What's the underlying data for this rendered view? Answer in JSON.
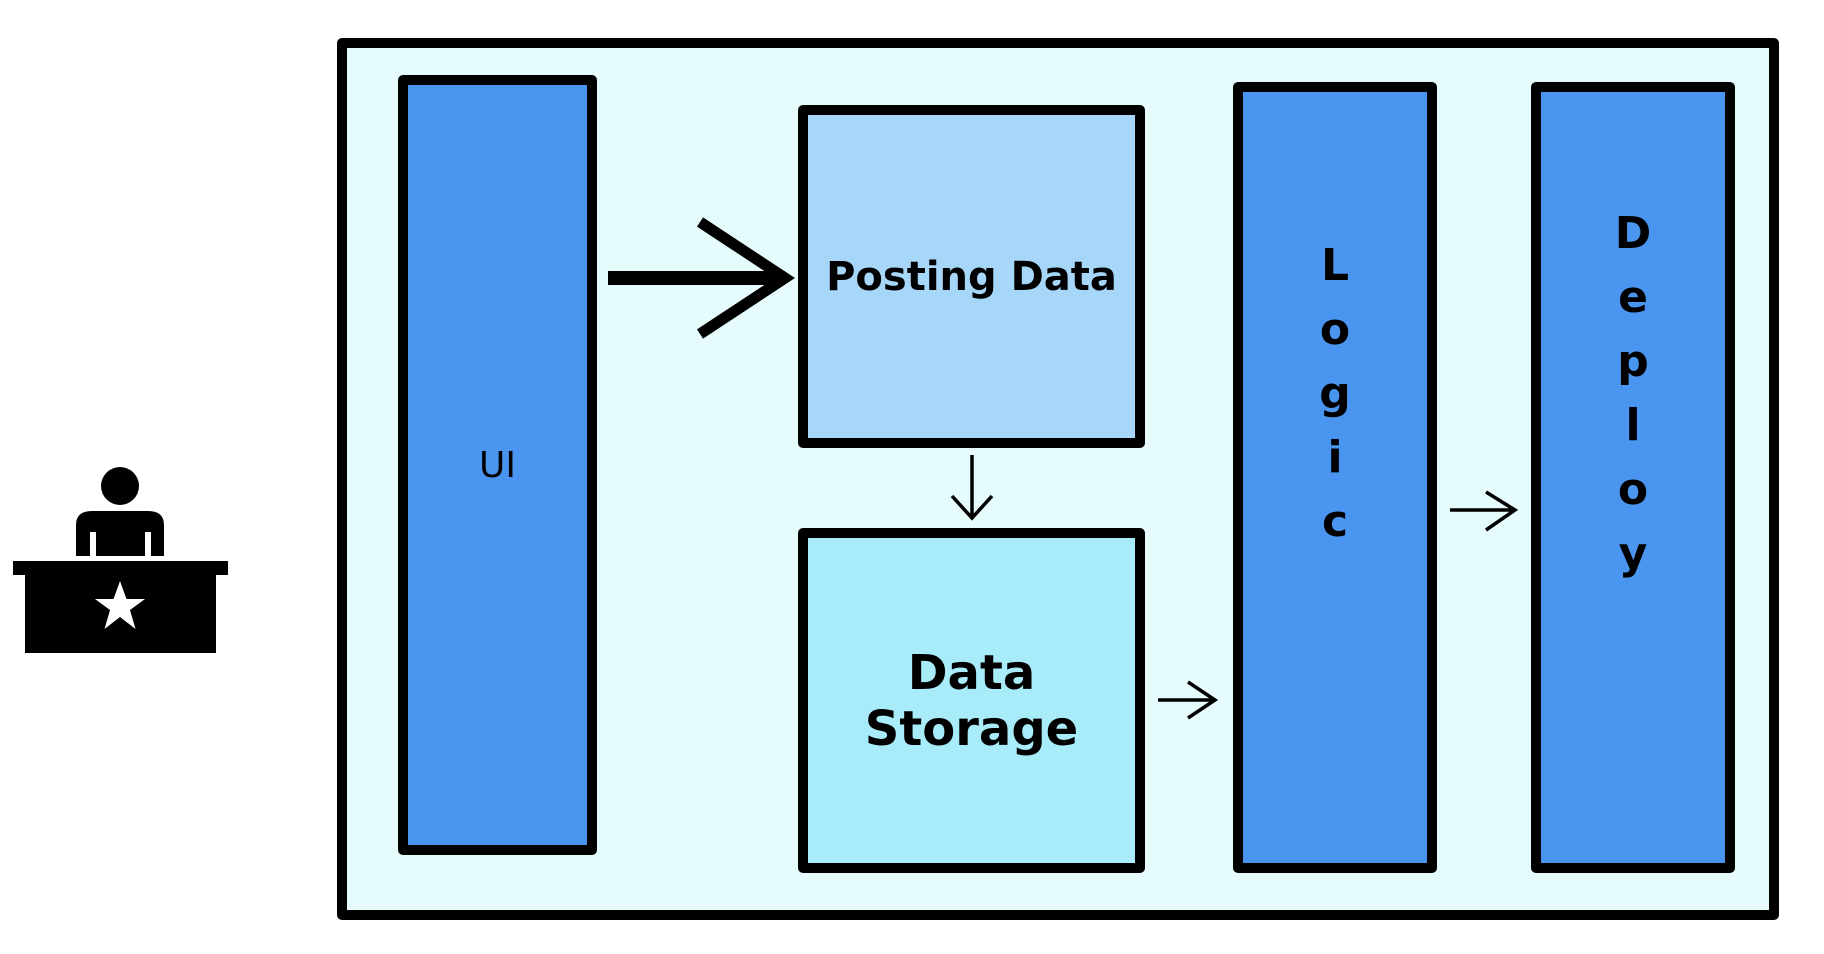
{
  "colors": {
    "frame_fill": "#e6fbfc",
    "ui_fill": "#4a95ef",
    "posting_fill": "#a6d7f9",
    "storage_fill": "#a9ecf9",
    "logic_fill": "#4a95ef",
    "deploy_fill": "#4a95ef",
    "stroke": "#000000"
  },
  "icons": {
    "user": "person-at-desk-icon"
  },
  "nodes": {
    "ui": "UI",
    "posting_data": "Posting Data",
    "data_storage": "Data Storage",
    "logic": [
      "L",
      "o",
      "g",
      "i",
      "c"
    ],
    "deploy": [
      "D",
      "e",
      "p",
      "l",
      "o",
      "y"
    ]
  }
}
